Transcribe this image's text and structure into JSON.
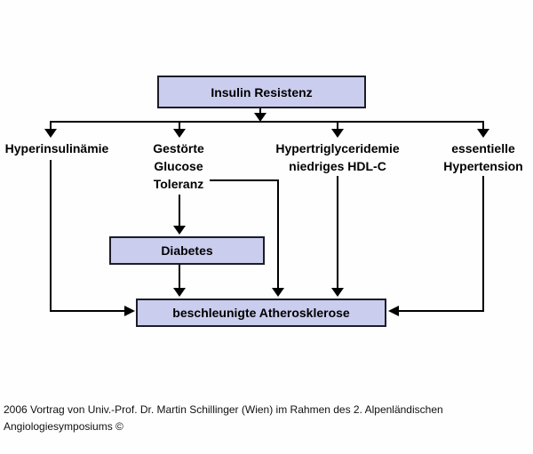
{
  "diagram": {
    "root": {
      "label": "Insulin Resistenz"
    },
    "branches": [
      {
        "lines": [
          "Hyperinsulinämie"
        ]
      },
      {
        "lines": [
          "Gestörte",
          "Glucose",
          "Toleranz"
        ]
      },
      {
        "lines": [
          "Hypertriglyceridemie",
          "niedriges HDL-C"
        ]
      },
      {
        "lines": [
          "essentielle",
          "Hypertension"
        ]
      }
    ],
    "diabetes": {
      "label": "Diabetes"
    },
    "outcome": {
      "label": "beschleunigte Atherosklerose"
    },
    "colors": {
      "box_fill": "#cbcdee",
      "box_border": "#1c1c2a",
      "line": "#000000",
      "background": "#fdfefd"
    }
  },
  "caption": {
    "line1": "2006 Vortrag von Univ.-Prof. Dr. Martin Schillinger (Wien) im Rahmen des 2. Alpenländischen",
    "line2": "Angiologiesymposiums ©"
  }
}
